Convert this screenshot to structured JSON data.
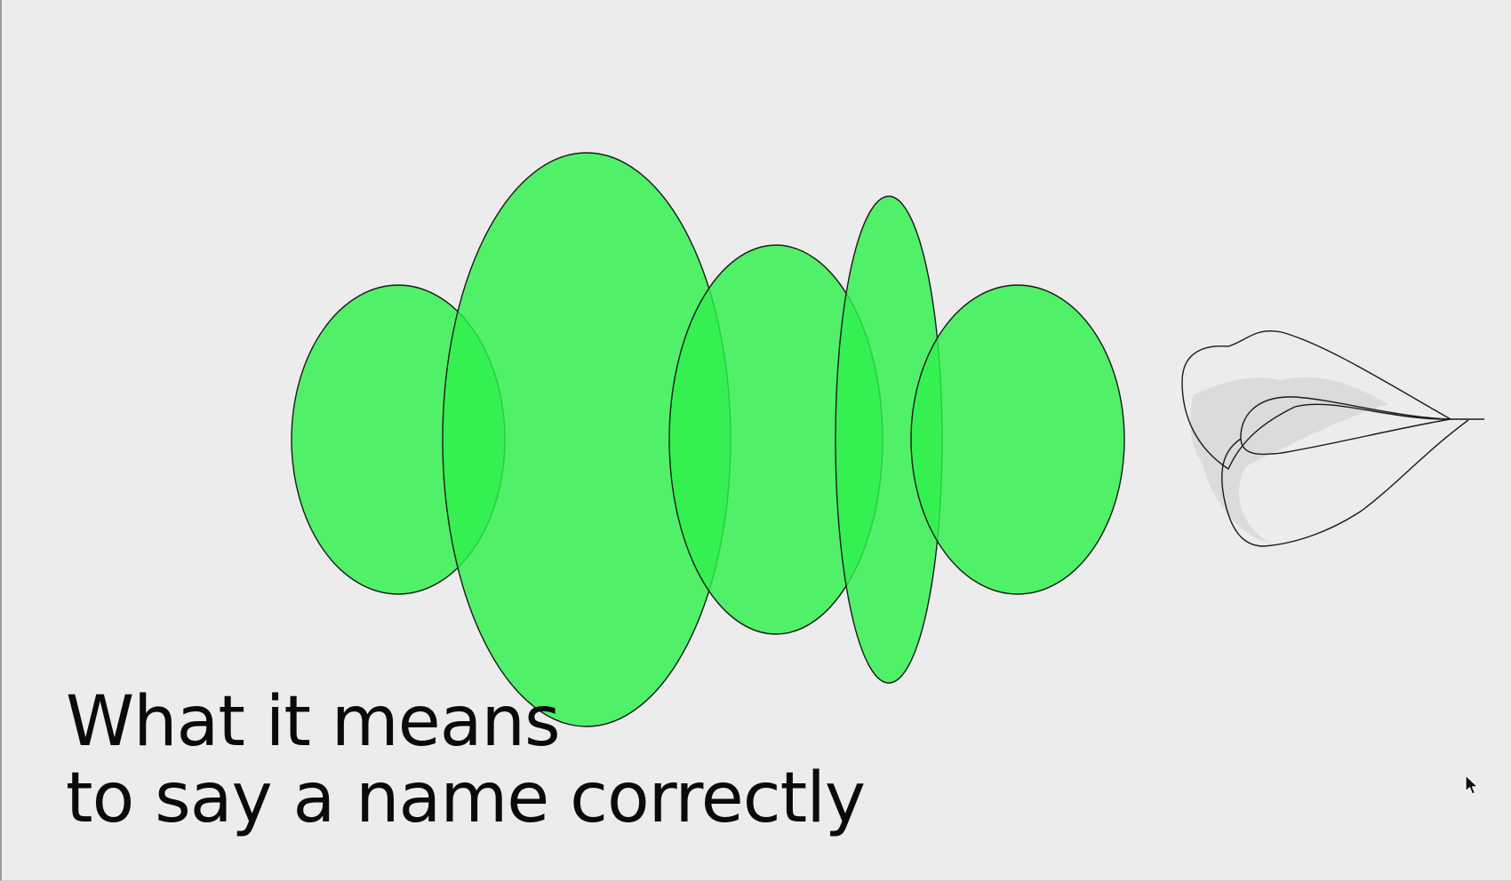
{
  "headline": {
    "line1": "What it means",
    "line2": "to say a name correctly"
  },
  "colors": {
    "background": "#ececec",
    "bubble_fill": "#2ef04c",
    "outline": "#1a1a1a",
    "lips_shading": "#d4d4d4",
    "text": "#0a0a0a"
  },
  "icons": {
    "cursor": "mouse-pointer-icon",
    "lips": "lips-illustration"
  }
}
